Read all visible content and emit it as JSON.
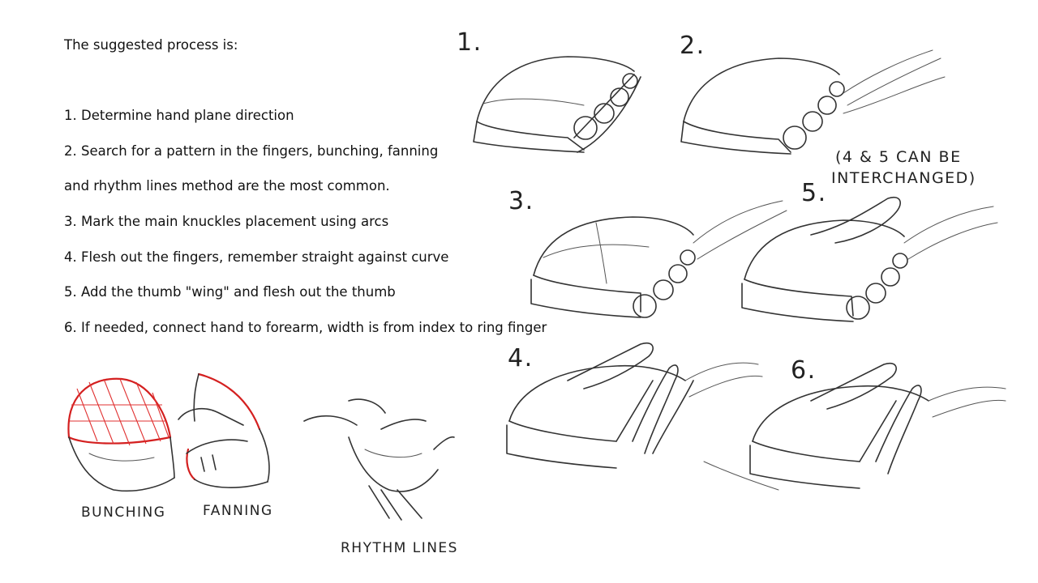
{
  "intro": "The suggested process is:",
  "steps": [
    "1. Determine hand plane direction",
    "2. Search for a pattern in the fingers, bunching, fanning",
    "and rhythm lines method are the most common.",
    "3. Mark the main knuckles placement using arcs",
    "4. Flesh out the fingers, remember straight against curve",
    "5. Add the thumb \"wing\" and flesh out the thumb",
    "6. If needed, connect hand to forearm, width is from index to ring finger"
  ],
  "sketch_numbers": [
    "1.",
    "2.",
    "3.",
    "4.",
    "5.",
    "6."
  ],
  "note": [
    "(4 & 5 CAN BE",
    "INTERCHANGED)"
  ],
  "pattern_labels": [
    "BUNCHING",
    "FANNING",
    "RHYTHM LINES"
  ],
  "colors": {
    "highlight": "#d42020",
    "sketch": "#333333"
  }
}
